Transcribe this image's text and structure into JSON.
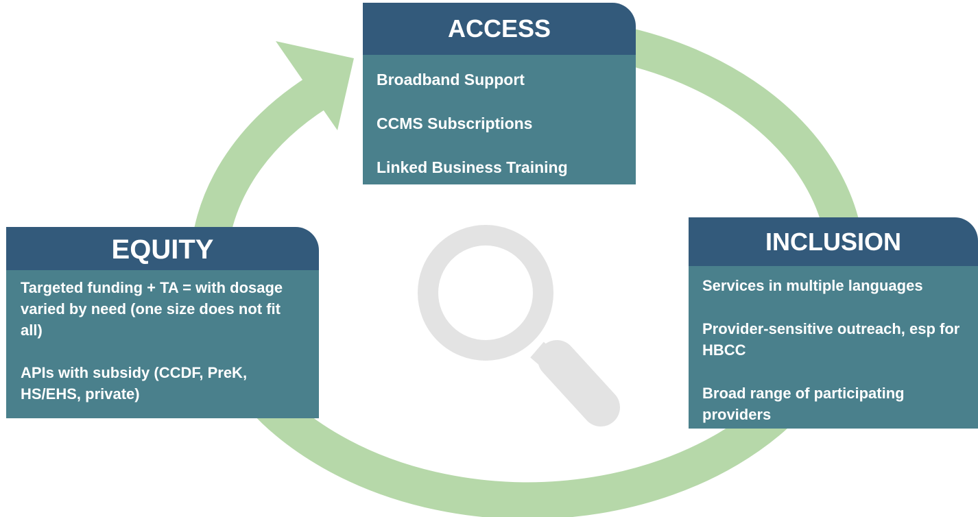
{
  "colors": {
    "cycle_arrow": "#b6d8a9",
    "header_fill": "#335a7b",
    "body_fill": "#4a808c",
    "text": "#ffffff",
    "magnifier": "#e3e3e3"
  },
  "center_icon": "magnifying-glass-icon",
  "access": {
    "title": "ACCESS",
    "items": [
      "Broadband Support",
      "CCMS Subscriptions",
      "Linked Business Training"
    ]
  },
  "equity": {
    "title": "EQUITY",
    "items": [
      "Targeted funding + TA = with dosage varied by need (one size does not fit all)",
      "APIs with subsidy (CCDF, PreK, HS/EHS, private)"
    ]
  },
  "inclusion": {
    "title": "INCLUSION",
    "items": [
      "Services in multiple languages",
      "Provider-sensitive outreach, esp for HBCC",
      "Broad range of participating providers"
    ]
  }
}
